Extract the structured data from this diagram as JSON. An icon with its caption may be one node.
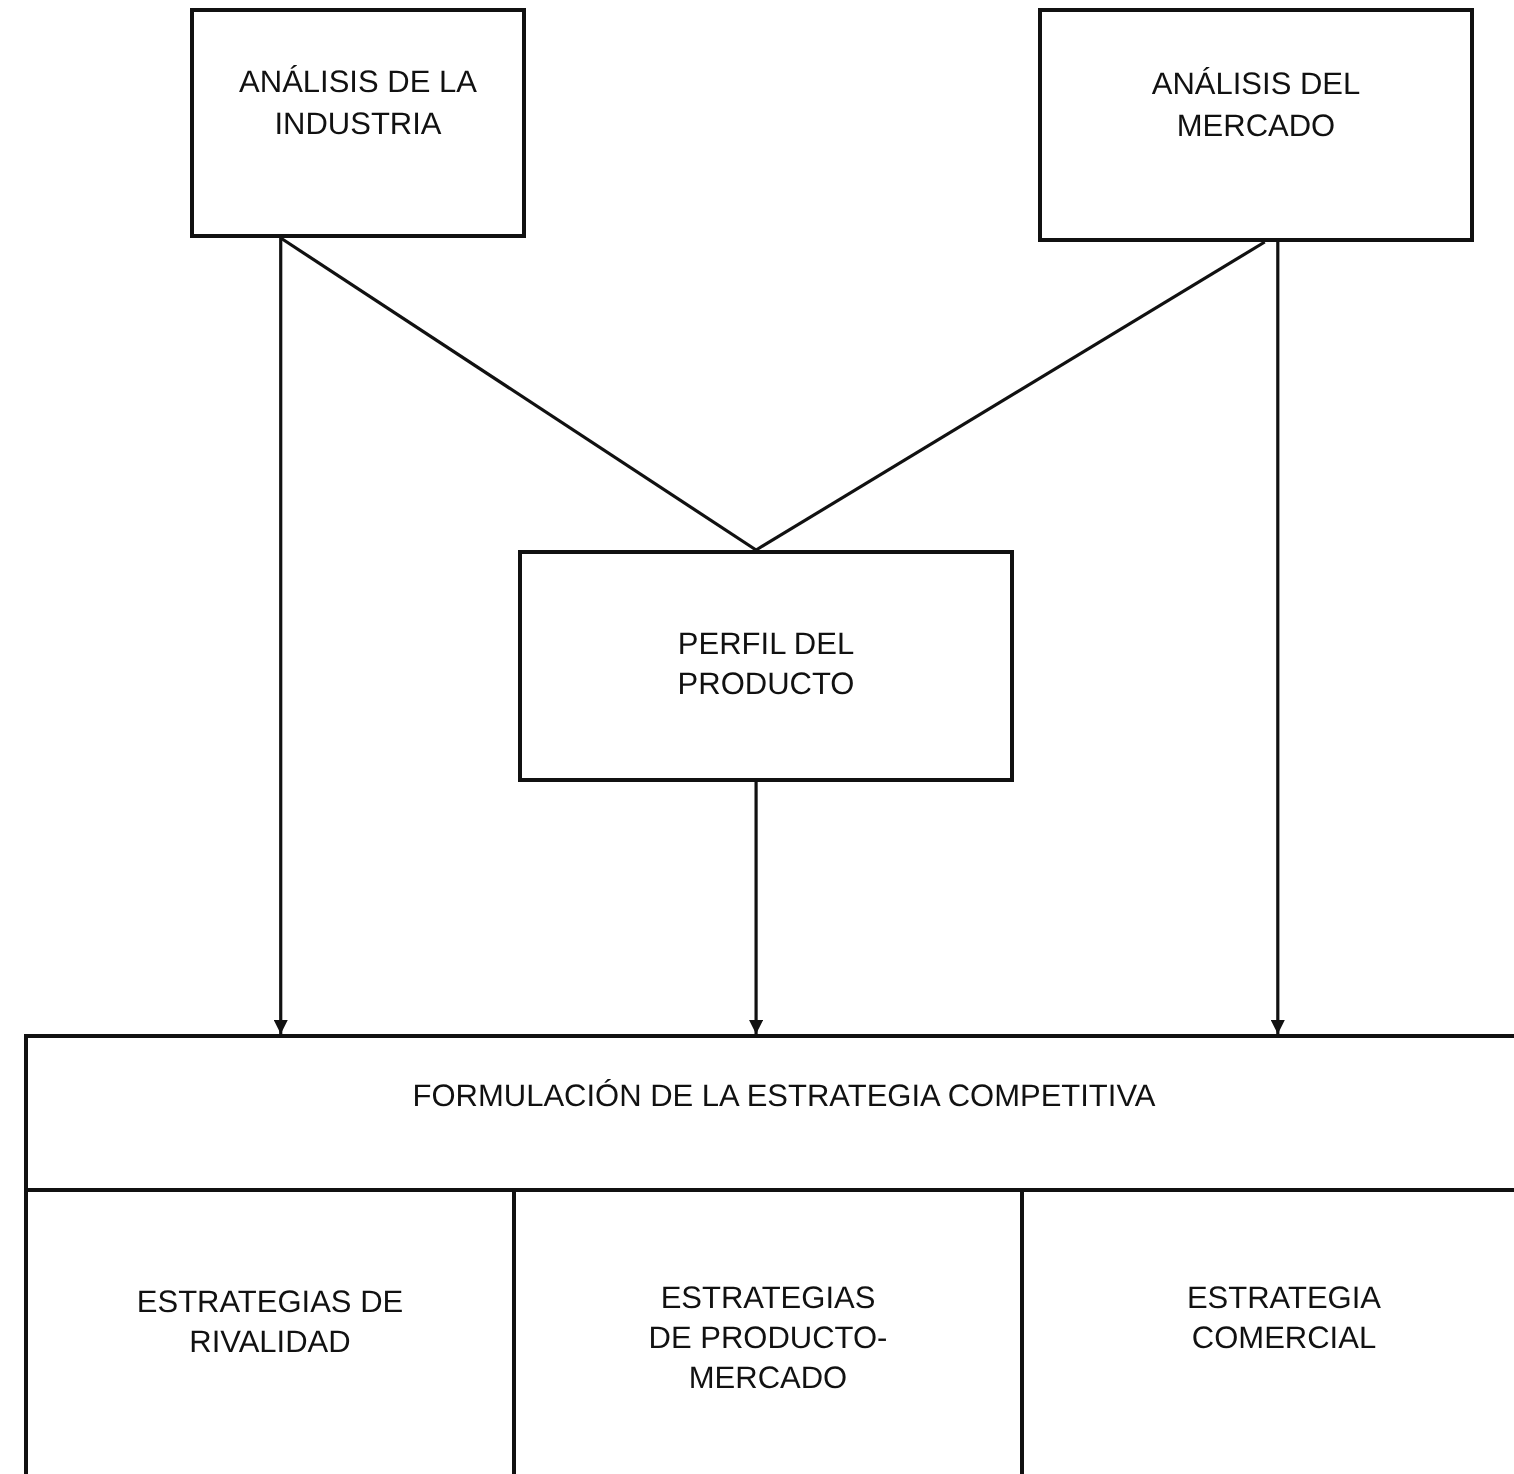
{
  "diagram": {
    "nodes": [
      {
        "text": [
          "ANÁLISIS DE LA INDUSTRIA"
        ]
      },
      {
        "text": [
          "ANÁLISIS DEL MERCADO"
        ]
      },
      {
        "text": [
          "PERFIL DEL PRODUCTO"
        ]
      },
      {
        "text": [
          "FORMULACIÓN DE LA ESTRATEGIA COMPETITIVA"
        ]
      },
      {
        "text": [
          "ESTRATEGIAS DE RIVALIDAD"
        ],
        "in": 3
      },
      {
        "text": [
          "ESTRATEGIAS DE PRODUCTO-MERCADO"
        ],
        "in": 3
      },
      {
        "text": [
          "ESTRATEGIA COMERCIAL"
        ],
        "in": 3
      }
    ],
    "edges": [
      {
        "from": 0,
        "to": 2,
        "arrow": "none"
      },
      {
        "from": 1,
        "to": 2,
        "arrow": "none"
      },
      {
        "from": 0,
        "to": 3,
        "arrow": "to"
      },
      {
        "from": 2,
        "to": 3,
        "arrow": "to"
      },
      {
        "from": 1,
        "to": 3,
        "arrow": "to"
      }
    ]
  }
}
